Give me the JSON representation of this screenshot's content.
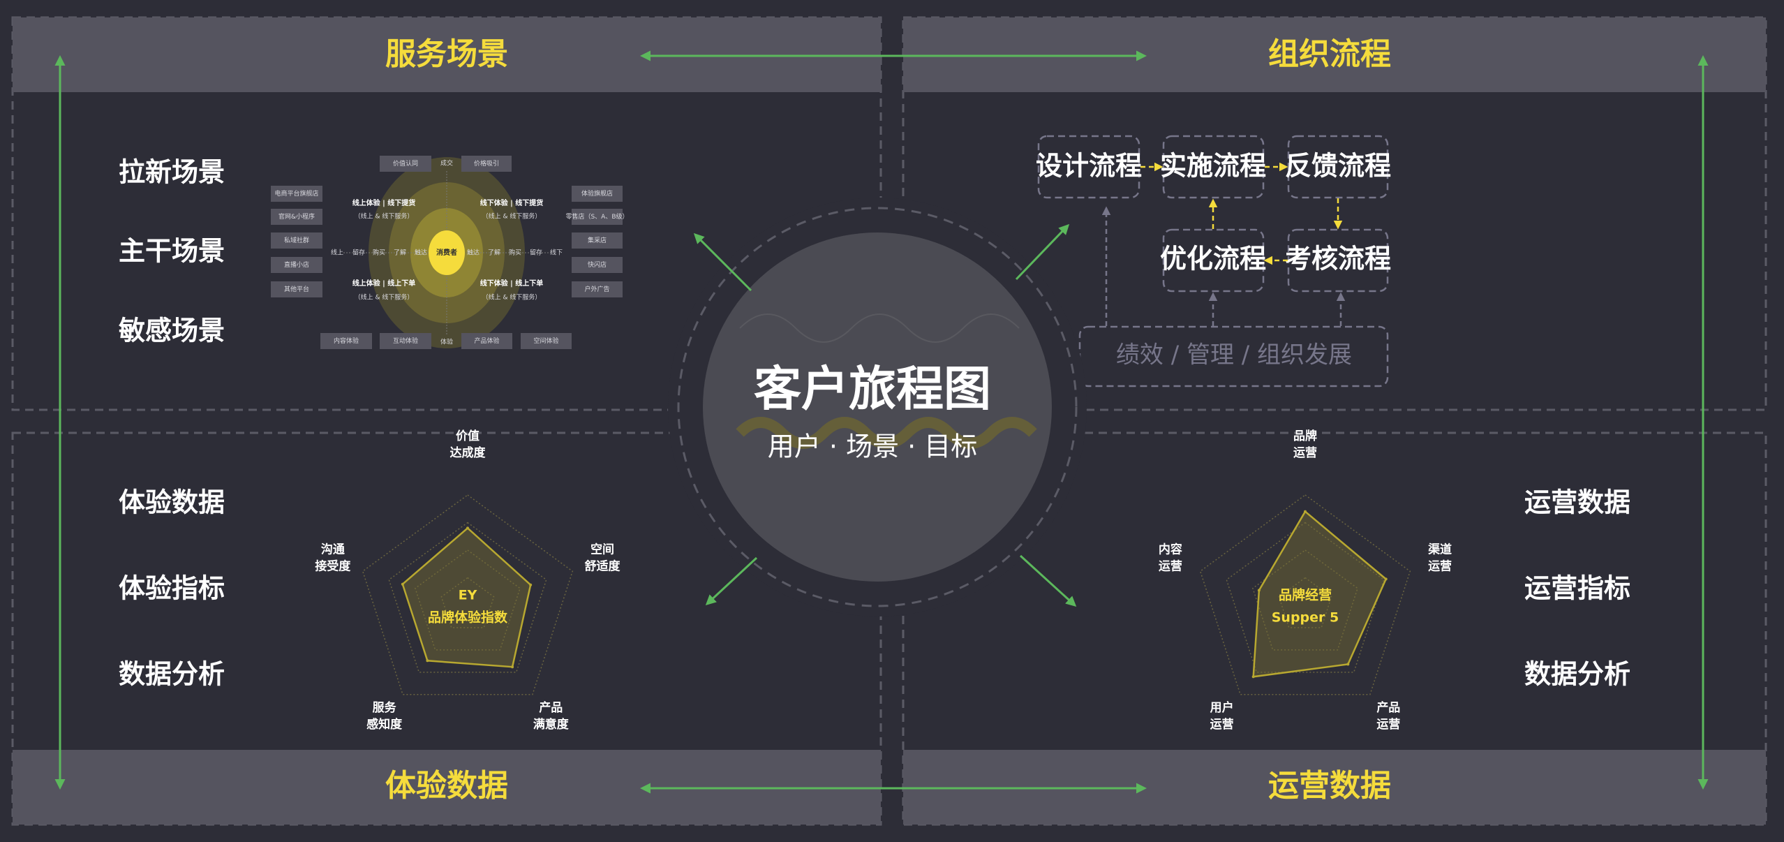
{
  "colors": {
    "background": "#2d2d37",
    "banner": "#55545f",
    "accent_yellow": "#f5dc3c",
    "arrow_green": "#5cb85c",
    "dash_gray": "#6a6a75"
  },
  "quadrants": {
    "top_left": {
      "title": "服务场景",
      "items": [
        "拉新场景",
        "主干场景",
        "敏感场景"
      ]
    },
    "top_right": {
      "title": "组织流程"
    },
    "bottom_left": {
      "title": "体验数据",
      "items": [
        "体验数据",
        "体验指标",
        "数据分析"
      ]
    },
    "bottom_right": {
      "title": "运营数据",
      "items": [
        "运营数据",
        "运营指标",
        "数据分析"
      ]
    }
  },
  "center": {
    "title": "客户旅程图",
    "subtitle": "用户 · 场景 · 目标"
  },
  "service_diagram": {
    "core": "消费者",
    "top": [
      "价值认同",
      "成交",
      "价格吸引"
    ],
    "bottom": [
      "内容体验",
      "互动体验",
      "体验",
      "产品体验",
      "空间体验"
    ],
    "left": [
      "电商平台旗舰店",
      "官网&小程序",
      "私域社群",
      "直播小店",
      "其他平台"
    ],
    "right": [
      "体验旗舰店",
      "零售店（S、A、B级）",
      "集采店",
      "快闪店",
      "户外广告"
    ],
    "axis_left": [
      "线上",
      "留存",
      "购买",
      "了解",
      "触达"
    ],
    "axis_right": [
      "触达",
      "了解",
      "购买",
      "留存",
      "线下"
    ],
    "quadrant_titles": [
      "线上体验 | 线下提货",
      "线下体验 | 线下提货",
      "线上体验 | 线上下单",
      "线下体验 | 线上下单"
    ],
    "quadrant_sub": "（线上 & 线下服务）"
  },
  "process": {
    "boxes": [
      "设计流程",
      "实施流程",
      "反馈流程",
      "优化流程",
      "考核流程"
    ],
    "foundation": "绩效 / 管理 / 组织发展"
  },
  "chart_data": [
    {
      "type": "radar",
      "title_lines": [
        "EY",
        "品牌体验指数"
      ],
      "axes": [
        [
          "价值",
          "达成度"
        ],
        [
          "空间",
          "舒适度"
        ],
        [
          "产品",
          "满意度"
        ],
        [
          "服务",
          "感知度"
        ],
        [
          "沟通",
          "接受度"
        ]
      ],
      "values": [
        0.7,
        0.6,
        0.69,
        0.62,
        0.62
      ],
      "range": [
        0,
        1
      ],
      "levels": 4
    },
    {
      "type": "radar",
      "title_lines": [
        "品牌经营",
        "Supper 5"
      ],
      "axes": [
        [
          "品牌",
          "运营"
        ],
        [
          "渠道",
          "运营"
        ],
        [
          "产品",
          "运营"
        ],
        [
          "用户",
          "运营"
        ],
        [
          "内容",
          "运营"
        ]
      ],
      "values": [
        0.85,
        0.77,
        0.66,
        0.8,
        0.44
      ],
      "range": [
        0,
        1
      ],
      "levels": 4
    }
  ]
}
